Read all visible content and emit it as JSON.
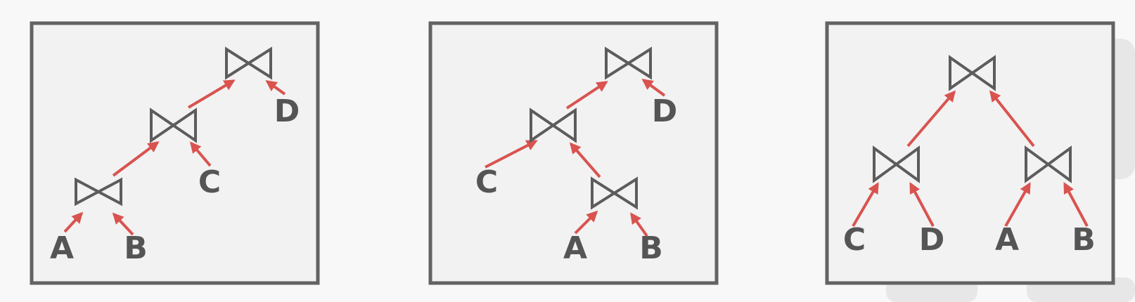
{
  "panels": [
    {
      "name": "left-deep-tree",
      "leaves": [
        {
          "id": "A",
          "label": "A"
        },
        {
          "id": "B",
          "label": "B"
        },
        {
          "id": "C",
          "label": "C"
        },
        {
          "id": "D",
          "label": "D"
        }
      ],
      "joins": [
        "J1",
        "J2",
        "J3"
      ],
      "edges": [
        [
          "A",
          "J1"
        ],
        [
          "B",
          "J1"
        ],
        [
          "J1",
          "J2"
        ],
        [
          "C",
          "J2"
        ],
        [
          "J2",
          "J3"
        ],
        [
          "D",
          "J3"
        ]
      ]
    },
    {
      "name": "left-deep-tree-variant",
      "leaves": [
        {
          "id": "A",
          "label": "A"
        },
        {
          "id": "B",
          "label": "B"
        },
        {
          "id": "C",
          "label": "C"
        },
        {
          "id": "D",
          "label": "D"
        }
      ],
      "joins": [
        "J1",
        "J2",
        "J3"
      ],
      "edges": [
        [
          "A",
          "J1"
        ],
        [
          "B",
          "J1"
        ],
        [
          "J1",
          "J2"
        ],
        [
          "C",
          "J2"
        ],
        [
          "J2",
          "J3"
        ],
        [
          "D",
          "J3"
        ]
      ]
    },
    {
      "name": "bushy-tree",
      "leaves": [
        {
          "id": "C",
          "label": "C"
        },
        {
          "id": "D",
          "label": "D"
        },
        {
          "id": "A",
          "label": "A"
        },
        {
          "id": "B",
          "label": "B"
        }
      ],
      "joins": [
        "J1",
        "J2",
        "J3"
      ],
      "edges": [
        [
          "C",
          "J1"
        ],
        [
          "D",
          "J1"
        ],
        [
          "A",
          "J2"
        ],
        [
          "B",
          "J2"
        ],
        [
          "J1",
          "J3"
        ],
        [
          "J2",
          "J3"
        ]
      ]
    }
  ],
  "colors": {
    "edge": "#d9534f",
    "node": "#5c5c5c",
    "frame": "#636363",
    "panel_fill": "#f2f2f2"
  }
}
